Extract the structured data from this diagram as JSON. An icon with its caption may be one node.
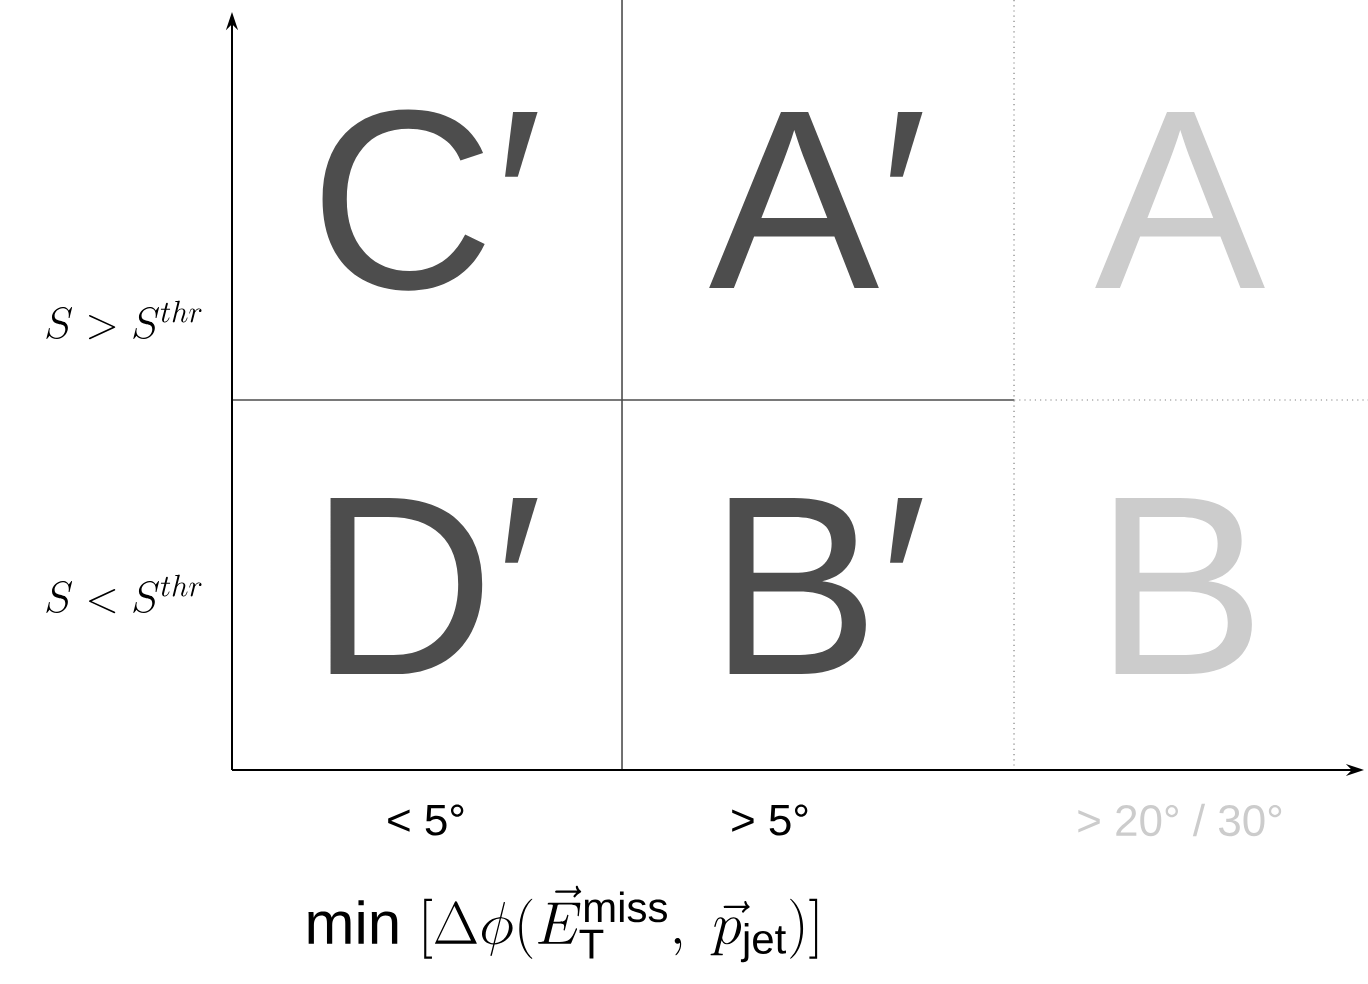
{
  "diagram": {
    "nodes": [
      {
        "text": [
          "C′"
        ]
      },
      {
        "text": [
          "A′"
        ]
      },
      {
        "text": [
          "A"
        ]
      },
      {
        "text": [
          "D′"
        ]
      },
      {
        "text": [
          "B′"
        ]
      },
      {
        "text": [
          "B"
        ]
      }
    ],
    "labels": [
      "S > S^{thr}",
      "S < S^{thr}",
      "< 5°",
      "> 5°",
      "> 20° / 30°",
      "\\mathrm{min}\\ [\\Delta\\phi(\\vec{E}_{\\mathrm{T}}^{\\mathrm{miss}},\\ \\vec{p}_{\\mathrm{jet}})]"
    ]
  }
}
